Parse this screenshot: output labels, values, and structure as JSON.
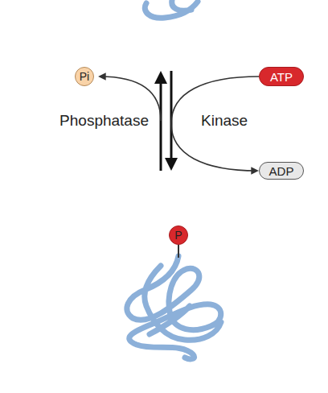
{
  "diagram": {
    "nodes": [
      {
        "text": [
          "Pi"
        ]
      },
      {
        "text": [
          "ATP"
        ]
      },
      {
        "text": [
          "ADP"
        ]
      },
      {
        "text": [
          "P"
        ]
      }
    ],
    "edges": [
      {
        "from": 1,
        "to": 2,
        "arrow": "to"
      }
    ],
    "labels": [
      "Phosphatase",
      "Kinase"
    ]
  }
}
